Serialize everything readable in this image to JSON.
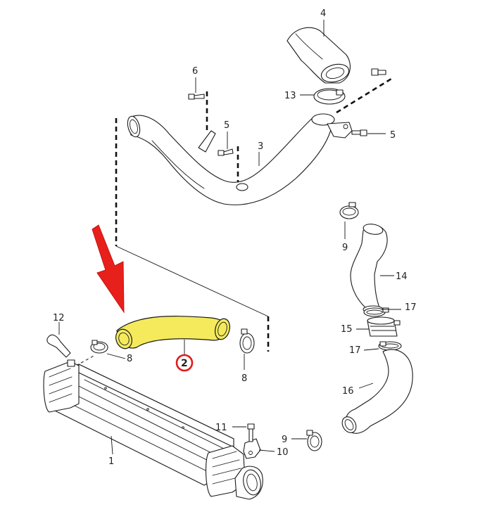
{
  "highlight_color": "#f4ea5c",
  "arrow_color": "#e8201c",
  "callouts": {
    "c1": "1",
    "c2": "2",
    "c3": "3",
    "c4": "4",
    "c5a": "5",
    "c5b": "5",
    "c6": "6",
    "c8a": "8",
    "c8b": "8",
    "c9a": "9",
    "c9b": "9",
    "c10": "10",
    "c11": "11",
    "c12": "12",
    "c13": "13",
    "c14": "14",
    "c15": "15",
    "c16": "16",
    "c17a": "17",
    "c17b": "17"
  }
}
